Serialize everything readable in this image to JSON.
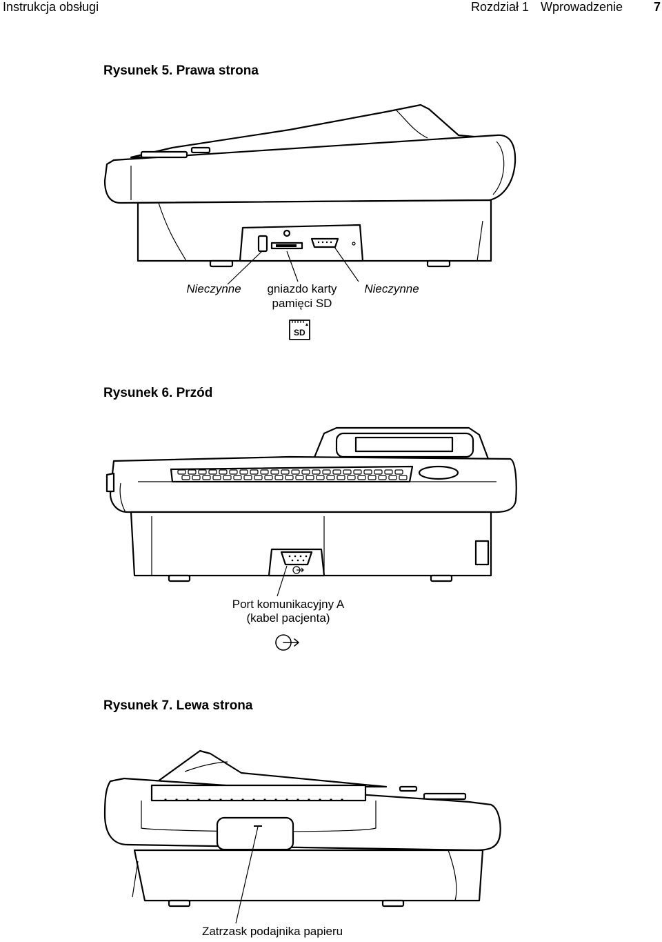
{
  "header": {
    "doc_title": "Instrukcja obsługi",
    "chapter": "Rozdział 1",
    "section": "Wprowadzenie",
    "page_number": "7"
  },
  "figures": [
    {
      "title": "Rysunek 5.  Prawa strona",
      "callouts": {
        "left": "Nieczynne",
        "center_line1": "gniazdo karty",
        "center_line2": "pamięci SD",
        "right": "Nieczynne",
        "sd_icon_text": "SD"
      }
    },
    {
      "title": "Rysunek 6.  Przód",
      "callouts": {
        "line1": "Port komunikacyjny A",
        "line2": "(kabel pacjenta)"
      }
    },
    {
      "title": "Rysunek 7.  Lewa strona",
      "callouts": {
        "line1": "Zatrzask podajnika papieru"
      }
    }
  ]
}
